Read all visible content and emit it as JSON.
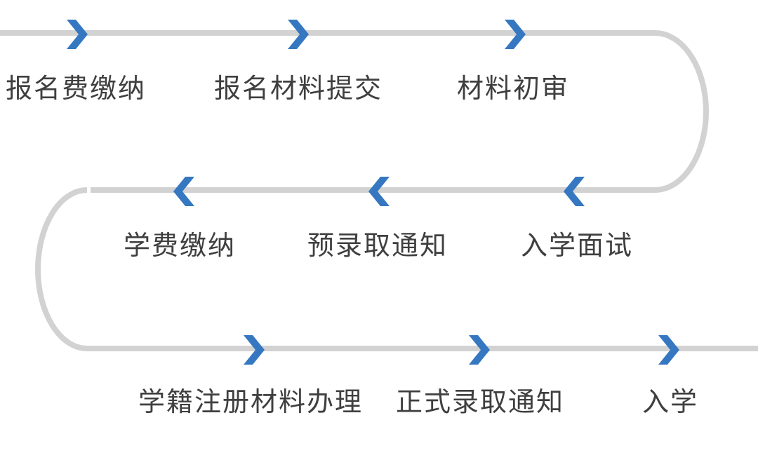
{
  "diagram": {
    "type": "serpentine-process-flow",
    "rows": [
      {
        "arrow_direction": "right",
        "steps": [
          {
            "label": "报名费缴纳"
          },
          {
            "label": "报名材料提交"
          },
          {
            "label": "材料初审"
          }
        ]
      },
      {
        "arrow_direction": "left",
        "steps": [
          {
            "label": "学费缴纳"
          },
          {
            "label": "预录取通知"
          },
          {
            "label": "入学面试"
          }
        ]
      },
      {
        "arrow_direction": "right",
        "steps": [
          {
            "label": "学籍注册材料办理"
          },
          {
            "label": "正式录取通知"
          },
          {
            "label": "入学"
          }
        ]
      }
    ]
  },
  "palette": {
    "line_gray": "#d2d2d2",
    "arrow_blue": "#3578c1",
    "text_color": "#3f3f3f",
    "background": "#ffffff"
  }
}
